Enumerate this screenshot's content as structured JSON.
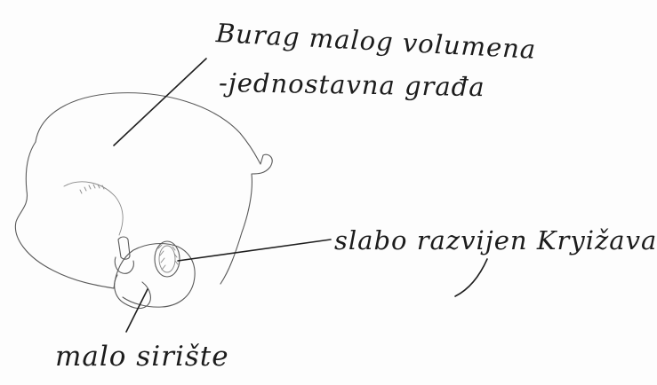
{
  "labels": {
    "rumen_line_1": "Burag malog volumena",
    "rumen_line_2": "-jednostavna građa",
    "reticulum": "slabo razvijen Kryižavac",
    "abomasum": "malo sirište"
  },
  "colors": {
    "background": "#fdfdfd",
    "sketch_stroke": "#5a5a5a",
    "text": "#1c1c1c"
  }
}
